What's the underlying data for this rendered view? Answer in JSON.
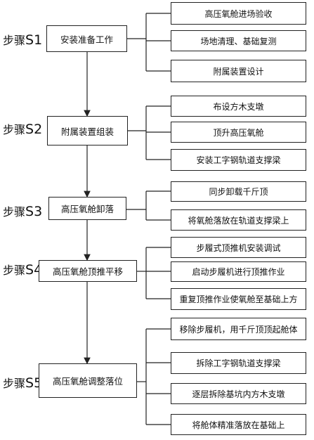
{
  "steps": [
    {
      "prefix": "步骤",
      "num": "S1",
      "main": "安装准备工作",
      "subs": [
        "高压氧舱进场验收",
        "场地清理、基础复测",
        "附属装置设计"
      ]
    },
    {
      "prefix": "步骤",
      "num": "S2",
      "main": "附属装置组装",
      "subs": [
        "布设方木支墩",
        "顶升高压氧舱",
        "安装工字钢轨道支撑梁"
      ]
    },
    {
      "prefix": "步骤",
      "num": "S3",
      "main": "高压氧舱卸落",
      "subs": [
        "同步卸载千斤顶",
        "将氧舱落放在轨道支撑梁上"
      ]
    },
    {
      "prefix": "步骤",
      "num": "S4",
      "main": "高压氧舱顶推平移",
      "subs": [
        "步履式顶推机安装调试",
        "启动步履机进行顶推作业",
        "重复顶推作业使氧舱至基础上方"
      ]
    },
    {
      "prefix": "步骤",
      "num": "S5",
      "main": "高压氧舱调整落位",
      "subs": [
        "移除步履机，用千斤顶顶起舱体",
        "拆除工字钢轨道支撑梁",
        "逐层拆除基坑内方木支墩",
        "将舱体精准落放在基础上"
      ]
    }
  ]
}
